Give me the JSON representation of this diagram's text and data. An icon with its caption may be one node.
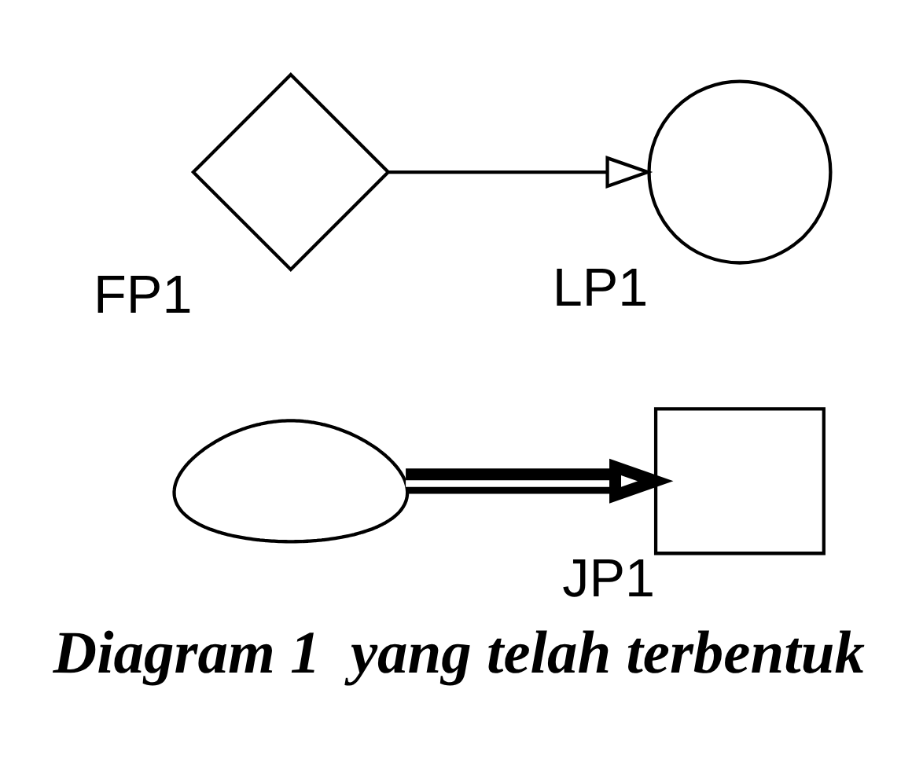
{
  "diagram": {
    "caption": "Diagram 1  yang telah terbentuk",
    "nodes": [
      {
        "text": [],
        "shape": "cloud"
      },
      {
        "text": [
          "JP1"
        ]
      },
      {
        "text": [
          "LP1"
        ]
      },
      {
        "text": [
          "FP1"
        ]
      }
    ],
    "edges": [
      {
        "from": 0,
        "to": 1,
        "arrow": "to",
        "style": "thick"
      },
      {
        "from": 3,
        "to": 2,
        "arrow": "to"
      }
    ]
  }
}
